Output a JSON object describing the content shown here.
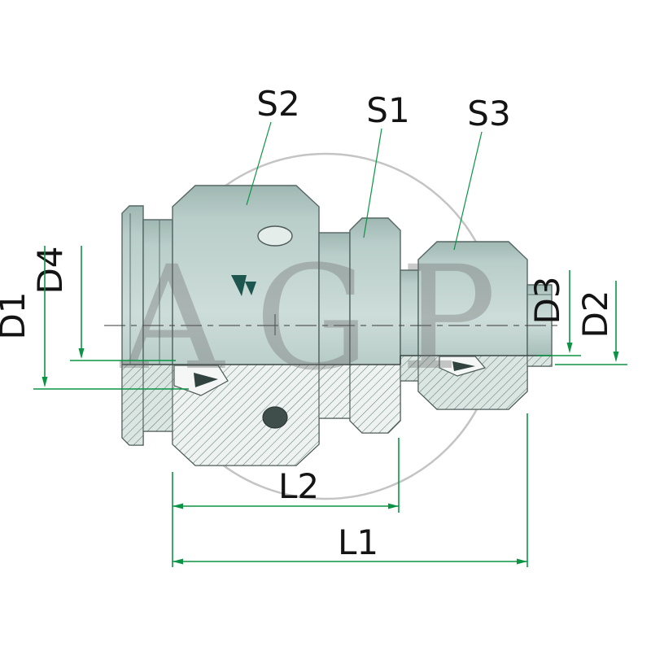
{
  "watermark": {
    "text": "AGP"
  },
  "labels": {
    "s2": "S2",
    "s1": "S1",
    "s3": "S3",
    "d4": "D4",
    "d1": "D1",
    "d3": "D3",
    "d2": "D2",
    "l2": "L2",
    "l1": "L1"
  },
  "colors": {
    "body": "#c2d4d0",
    "body-dark": "#9fb7b2",
    "outline": "#566663",
    "logo-teal": "#1d564f",
    "dim-green": "#0b9444",
    "ink": "#141414",
    "watermark": "#6b6b6b",
    "hatch-bg-teal": "#dbe6e3",
    "hatch-bg-light": "#eef3f1",
    "hatch-line": "#63807a"
  }
}
